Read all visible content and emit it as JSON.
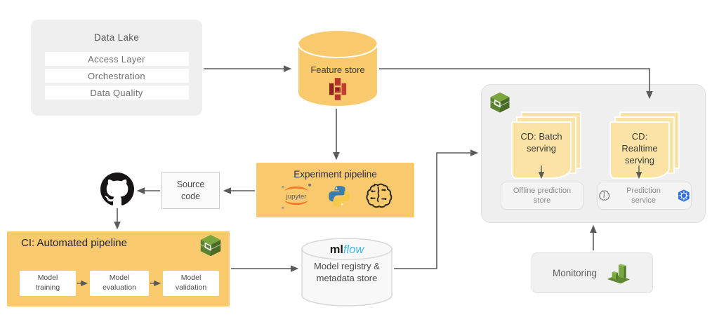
{
  "colors": {
    "pipeline_yellow": "#F8CA6D",
    "document_yellow": "#FBE3A6",
    "panel_gray": "#EFEFF0",
    "arrow_gray": "#5A5A5A",
    "aws_green": "#6F9B3C",
    "feature_store_red": "#BC3A31",
    "jupyter_orange": "#F37726",
    "python_blue": "#3E7CAC",
    "python_yellow": "#F5C94A",
    "kubernetes_blue": "#3272E0",
    "mlflow_blue": "#40B9E6",
    "github_black": "#161414"
  },
  "diagram": {
    "data_lake": {
      "title": "Data Lake",
      "layers": [
        "Access Layer",
        "Orchestration",
        "Data Quality"
      ]
    },
    "feature_store": {
      "label": "Feature store"
    },
    "experiment_pipeline": {
      "title": "Experiment pipeline",
      "jupyter_label": "jupyter"
    },
    "source_code": {
      "label": "Source code"
    },
    "ci_pipeline": {
      "title": "CI: Automated pipeline",
      "steps": [
        "Model training",
        "Model evaluation",
        "Model validation"
      ]
    },
    "model_registry": {
      "brand_ml": "ml",
      "brand_flow": "flow",
      "label": "Model registry & metadata store"
    },
    "cd_panel": {
      "batch_title": "CD: Batch serving",
      "realtime_title": "CD: Realtime serving",
      "offline_store_label": "Offline prediction store",
      "prediction_service_label": "Prediction service"
    },
    "monitoring": {
      "label": "Monitoring"
    }
  }
}
